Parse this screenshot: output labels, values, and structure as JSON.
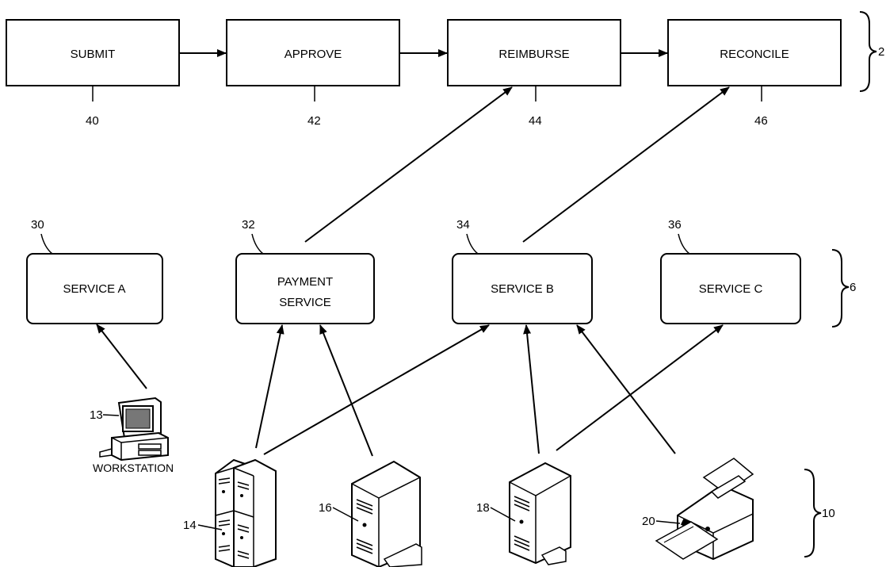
{
  "process": {
    "steps": [
      {
        "label": "SUBMIT",
        "ref": "40"
      },
      {
        "label": "APPROVE",
        "ref": "42"
      },
      {
        "label": "REIMBURSE",
        "ref": "44"
      },
      {
        "label": "RECONCILE",
        "ref": "46"
      }
    ],
    "group_ref": "2"
  },
  "services": {
    "items": [
      {
        "label": "SERVICE A",
        "ref": "30"
      },
      {
        "label_line1": "PAYMENT",
        "label_line2": "SERVICE",
        "ref": "32"
      },
      {
        "label": "SERVICE B",
        "ref": "34"
      },
      {
        "label": "SERVICE C",
        "ref": "36"
      }
    ],
    "group_ref": "6"
  },
  "devices": {
    "workstation": {
      "label": "WORKSTATION",
      "ref": "13",
      "icon": "workstation-icon"
    },
    "server_cluster": {
      "ref": "14",
      "icon": "server-cluster-icon"
    },
    "server_16": {
      "ref": "16",
      "icon": "server-icon"
    },
    "server_18": {
      "ref": "18",
      "icon": "server-icon"
    },
    "printer": {
      "ref": "20",
      "icon": "printer-icon"
    },
    "group_ref": "10"
  }
}
